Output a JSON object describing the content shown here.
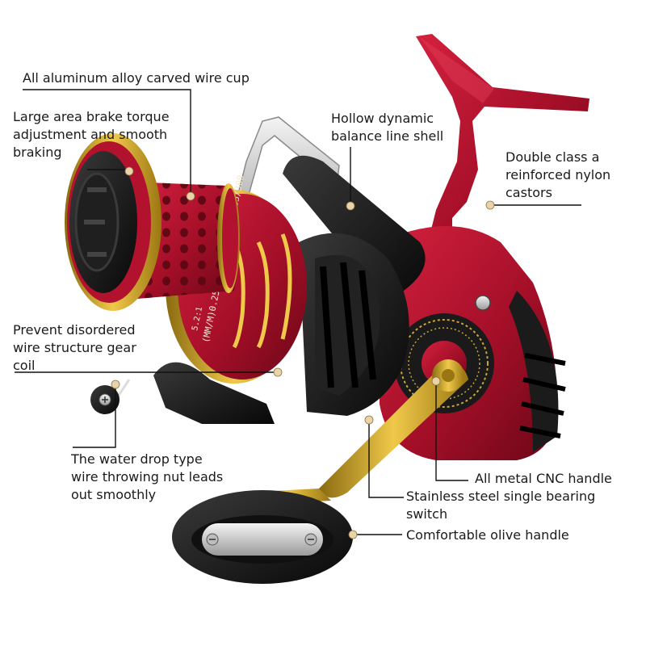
{
  "colors": {
    "frame_red": "#b3122e",
    "frame_red_dark": "#7a0a1e",
    "gold": "#d9a91a",
    "black": "#141414",
    "steel": "#c8c8c8",
    "leader_line": "#111111",
    "callout_dot": "#e8d4a8"
  },
  "callouts": [
    {
      "id": "wire-cup",
      "text": "All aluminum alloy carved wire cup"
    },
    {
      "id": "brake",
      "text": "Large area brake torque\nadjustment and smooth\nbraking"
    },
    {
      "id": "shell",
      "text": "Hollow dynamic\nbalance line shell"
    },
    {
      "id": "castors",
      "text": "Double class a\nreinforced nylon\ncastors"
    },
    {
      "id": "gear-coil",
      "text": "Prevent disordered\nwire structure gear\ncoil"
    },
    {
      "id": "nut",
      "text": "The water drop type\nwire throwing nut leads\nout smoothly"
    },
    {
      "id": "cnc-handle",
      "text": "All metal CNC handle"
    },
    {
      "id": "bearing",
      "text": "Stainless steel single bearing\nswitch"
    },
    {
      "id": "olive-handle",
      "text": "Comfortable olive handle"
    }
  ],
  "spool_markings": "(MM/M)0.25/400  0.30/350  0.35/300",
  "spool_ratio": "5.2:1"
}
